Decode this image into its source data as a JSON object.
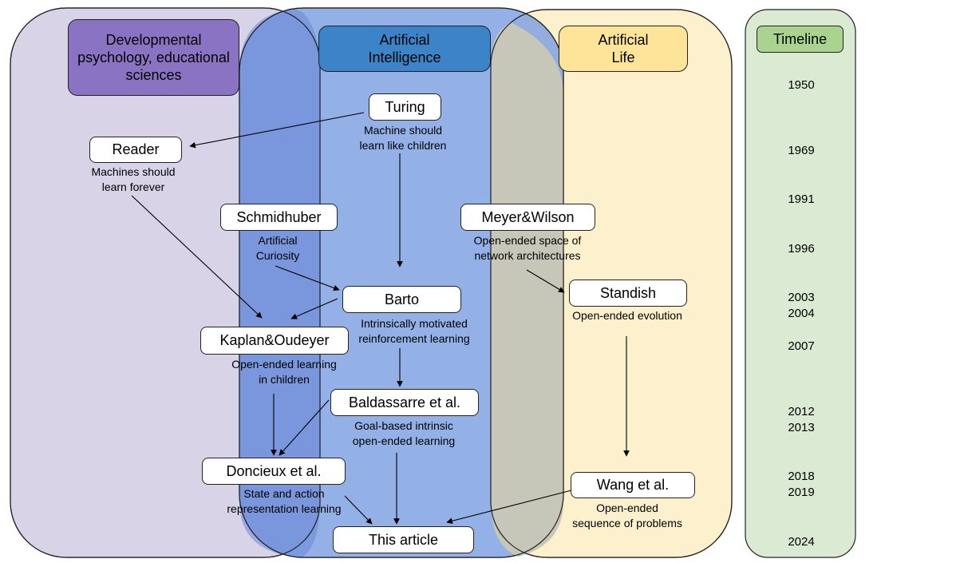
{
  "areas": {
    "developmental": {
      "title": "Developmental psychology, educational sciences",
      "color": "#d8d3e6",
      "header_color": "#8a73c3"
    },
    "ai": {
      "title": "Artificial Intelligence",
      "color": "#7b9fe2",
      "header_color": "#3d83c8"
    },
    "alife": {
      "title": "Artificial Life",
      "color": "#fdf0cc",
      "header_color": "#fde499"
    },
    "timeline": {
      "title": "Timeline",
      "color": "#dbead3",
      "header_color": "#a8d48f"
    }
  },
  "nodes": {
    "turing": {
      "label": "Turing",
      "desc": [
        "Machine should",
        "learn like children"
      ]
    },
    "reader": {
      "label": "Reader",
      "desc": [
        "Machines should",
        "learn forever"
      ]
    },
    "schmidhuber": {
      "label": "Schmidhuber",
      "desc": [
        "Artificial",
        "Curiosity"
      ]
    },
    "meyer_wilson": {
      "label": "Meyer&Wilson",
      "desc": [
        "Open-ended space of",
        "network architectures"
      ]
    },
    "barto": {
      "label": "Barto",
      "desc": [
        "Intrinsically motivated",
        "reinforcement learning"
      ]
    },
    "standish": {
      "label": "Standish",
      "desc": [
        "Open-ended evolution"
      ]
    },
    "kaplan_oudeyer": {
      "label": "Kaplan&Oudeyer",
      "desc": [
        "Open-ended learning",
        "in children"
      ]
    },
    "baldassarre": {
      "label": "Baldassarre et al.",
      "desc": [
        "Goal-based intrinsic",
        "open-ended learning"
      ]
    },
    "doncieux": {
      "label": "Doncieux et al.",
      "desc": [
        "State and action",
        "representation learning"
      ]
    },
    "wang": {
      "label": "Wang et al.",
      "desc": [
        "Open-ended",
        "sequence of problems"
      ]
    },
    "this_article": {
      "label": "This article"
    }
  },
  "timeline": [
    "1950",
    "1969",
    "1991",
    "1996",
    "2003",
    "2004",
    "2007",
    "2012",
    "2013",
    "2018",
    "2019",
    "2024"
  ]
}
